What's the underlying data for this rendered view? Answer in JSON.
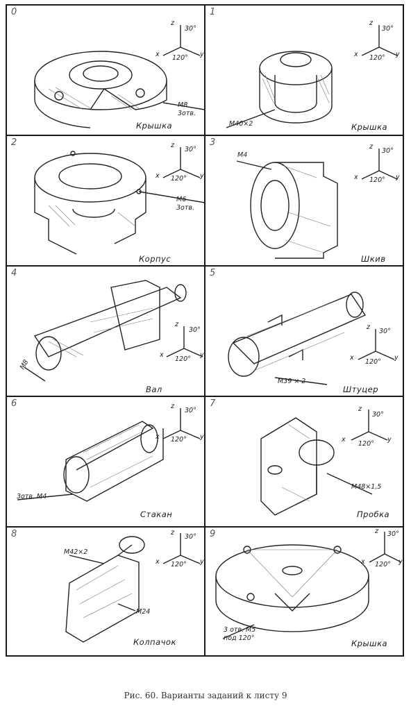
{
  "axis": {
    "z": "z",
    "x": "x",
    "y": "y",
    "angle30": "30°",
    "angle120": "120°"
  },
  "cells": [
    {
      "num": "0",
      "name": "Крышка",
      "dim1": "М8",
      "dim2": "3отв."
    },
    {
      "num": "1",
      "name": "Крышка",
      "dim1": "М40×2"
    },
    {
      "num": "2",
      "name": "Корпус",
      "dim1": "М6",
      "dim2": "3отв."
    },
    {
      "num": "3",
      "name": "Шкив",
      "dim1": "М4"
    },
    {
      "num": "4",
      "name": "Вал",
      "dim1": "М8"
    },
    {
      "num": "5",
      "name": "Штуцер",
      "dim1": "М39 × 2"
    },
    {
      "num": "6",
      "name": "Стакан",
      "dim1": "3отв. М4"
    },
    {
      "num": "7",
      "name": "Пробка",
      "dim1": "М48×1,5"
    },
    {
      "num": "8",
      "name": "Колпачок",
      "dim1": "М42×2",
      "dim2": "М24"
    },
    {
      "num": "9",
      "name": "Крышка",
      "dim1": "3 отв. М5",
      "dim2": "под 120°"
    }
  ],
  "caption": "Рис. 60. Варианты заданий к листу 9"
}
